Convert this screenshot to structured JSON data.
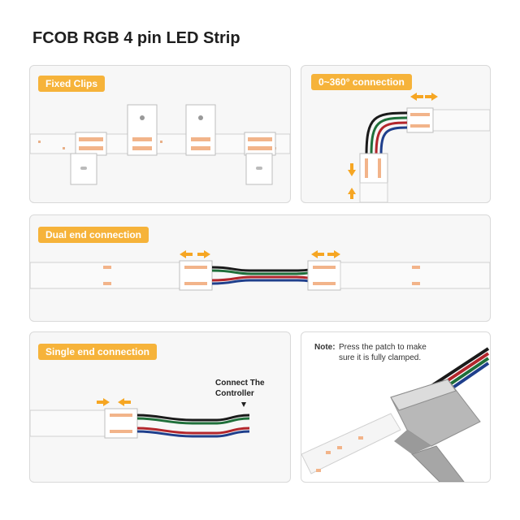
{
  "title": "FCOB RGB 4 pin LED Strip",
  "panels": {
    "fixed_clips": {
      "label": "Fixed Clips"
    },
    "rotation": {
      "label": "0~360° connection"
    },
    "dual": {
      "label": "Dual end connection"
    },
    "single": {
      "label": "Single end connection",
      "controller_label": "Connect The Controller"
    },
    "note": {
      "label": "Note:",
      "text": "Press the patch to make sure it is fully clamped."
    }
  },
  "colors": {
    "badge": "#f6b33a",
    "wire_green": "#1f6f3a",
    "wire_red": "#b3262c",
    "wire_black": "#1a1a1a",
    "wire_blue": "#1f3f8c",
    "arrow": "#f6a623"
  }
}
